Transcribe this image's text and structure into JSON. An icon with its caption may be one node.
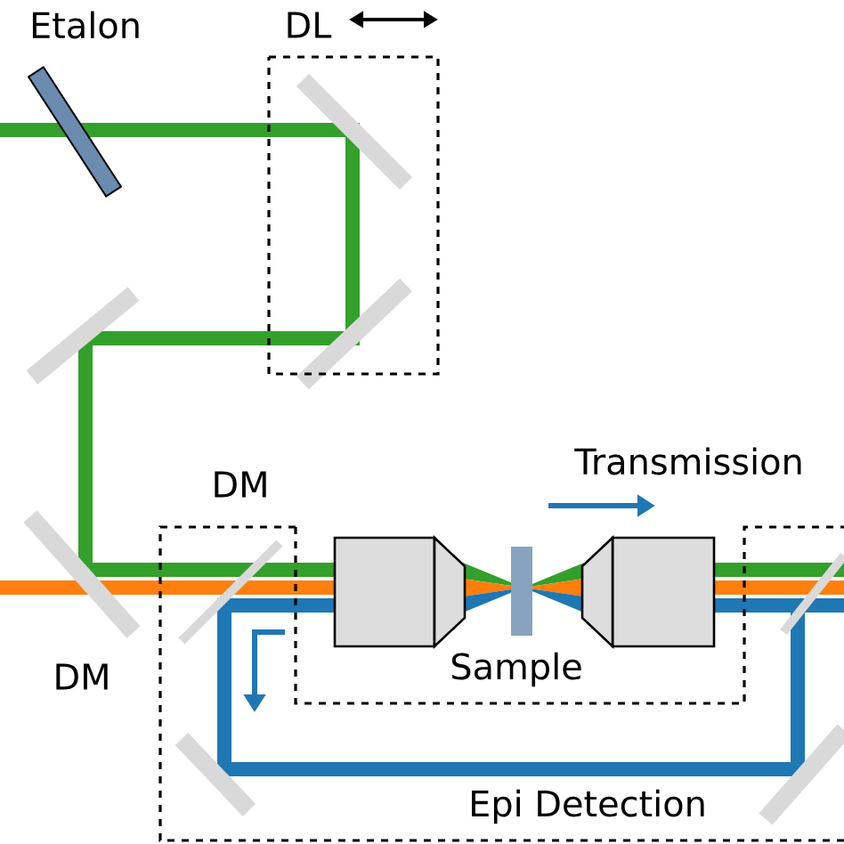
{
  "diagram": {
    "labels": [
      "Etalon",
      "DL",
      "DM",
      "DM",
      "Transmission",
      "Sample",
      "Epi Detection"
    ]
  }
}
